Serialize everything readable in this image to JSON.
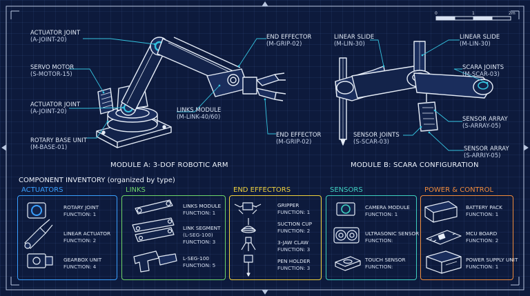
{
  "colors": {
    "background": "#0d1a3c",
    "linework": "#e6edf7",
    "leader": "#35c4e0",
    "actuators": "#3aa0ff",
    "links": "#6fd66a",
    "end_effectors": "#f0d23c",
    "sensors": "#3fd1c1",
    "power_control": "#f28c3a"
  },
  "scale_bar": {
    "start": "0",
    "mid": "1",
    "end": "2m"
  },
  "module_a": {
    "caption": "MODULE A: 3-DOF ROBOTIC ARM",
    "callouts": [
      {
        "name": "ACTUATOR JOINT",
        "code": "(A-JOINT-20)"
      },
      {
        "name": "SERVO MOTOR",
        "code": "(S-MOTOR-15)"
      },
      {
        "name": "ACTUATOR JOINT",
        "code": "(A-JOINT-20)"
      },
      {
        "name": "ROTARY BASE UNIT",
        "code": "(M-BASE-01)"
      },
      {
        "name": "END EFFECTOR",
        "code": "(M-GRIP-02)"
      },
      {
        "name": "LINKS MODULE",
        "code": "(M-LINK-40/60)"
      },
      {
        "name": "END EFFECTOR",
        "code": "(M-GRIP-02)"
      }
    ]
  },
  "module_b": {
    "caption": "MODULE B: SCARA CONFIGURATION",
    "callouts": [
      {
        "name": "LINEAR SLIDE",
        "code": "(M-LIN-30)"
      },
      {
        "name": "LINEAR SLIDE",
        "code": "(M-LIN-30)"
      },
      {
        "name": "SCARA JOINTS",
        "code": "(M-SCAR-03)"
      },
      {
        "name": "SENSOR ARRAY",
        "code": "(S-ARRAY-05)"
      },
      {
        "name": "SENSOR JOINTS",
        "code": "(S-SCAR-03)"
      },
      {
        "name": "SENSOR ARRAY",
        "code": "(S-ARRIY-05)"
      }
    ]
  },
  "inventory": {
    "title": "COMPONENT INVENTORY (organized by type)",
    "categories": [
      {
        "title": "ACTUATORS",
        "items": [
          {
            "name": "ROTARY JOINT",
            "function": "FUNCTION: 1",
            "icon": "rotary-joint-icon"
          },
          {
            "name": "LINEAR ACTUATOR",
            "function": "FUNCTION: 2",
            "icon": "linear-actuator-icon"
          },
          {
            "name": "GEARBOX UNIT",
            "function": "FUNCTION: 4",
            "icon": "gearbox-icon"
          }
        ]
      },
      {
        "title": "LINKS",
        "items": [
          {
            "name": "LINKS MODULE",
            "function": "FUNCTION: 1",
            "icon": "link-bar-icon"
          },
          {
            "name": "LINK SEGMENT",
            "function": "(L-SEG-100)",
            "extra": "FUNCTION: 3",
            "icon": "link-segment-icon"
          },
          {
            "name": "L-SEG-100",
            "function": "FUNCTION: 5",
            "icon": "l-bracket-icon"
          }
        ]
      },
      {
        "title": "END EFFECTORS",
        "items": [
          {
            "name": "GRIPPER",
            "function": "FUNCTION: 1",
            "icon": "gripper-icon"
          },
          {
            "name": "SUCTION CUP",
            "function": "FUNCTION: 2",
            "icon": "suction-cup-icon"
          },
          {
            "name": "3-JAW CLAW",
            "function": "FUNCTION: 3",
            "icon": "claw-icon"
          },
          {
            "name": "PEN HOLDER",
            "function": "FUNCTION: 3",
            "icon": "pen-holder-icon"
          }
        ]
      },
      {
        "title": "SENSORS",
        "items": [
          {
            "name": "CAMERA MODULE",
            "function": "FUNCTION: 1",
            "icon": "camera-icon"
          },
          {
            "name": "ULTRASONIC SENSOR",
            "function": "FUNCTION:",
            "icon": "ultrasonic-icon"
          },
          {
            "name": "TOUCH SENSOR",
            "function": "FUNCTION:",
            "icon": "touch-sensor-icon"
          }
        ]
      },
      {
        "title": "POWER & CONTROL",
        "items": [
          {
            "name": "BATTERY PACK",
            "function": "FUNCTION: 1",
            "icon": "battery-icon"
          },
          {
            "name": "MCU BOARD",
            "function": "FUNCTION: 2",
            "icon": "mcu-board-icon"
          },
          {
            "name": "POWER SUPPLY UNIT",
            "function": "FUNCTION: 1",
            "icon": "power-supply-icon"
          }
        ]
      }
    ]
  }
}
